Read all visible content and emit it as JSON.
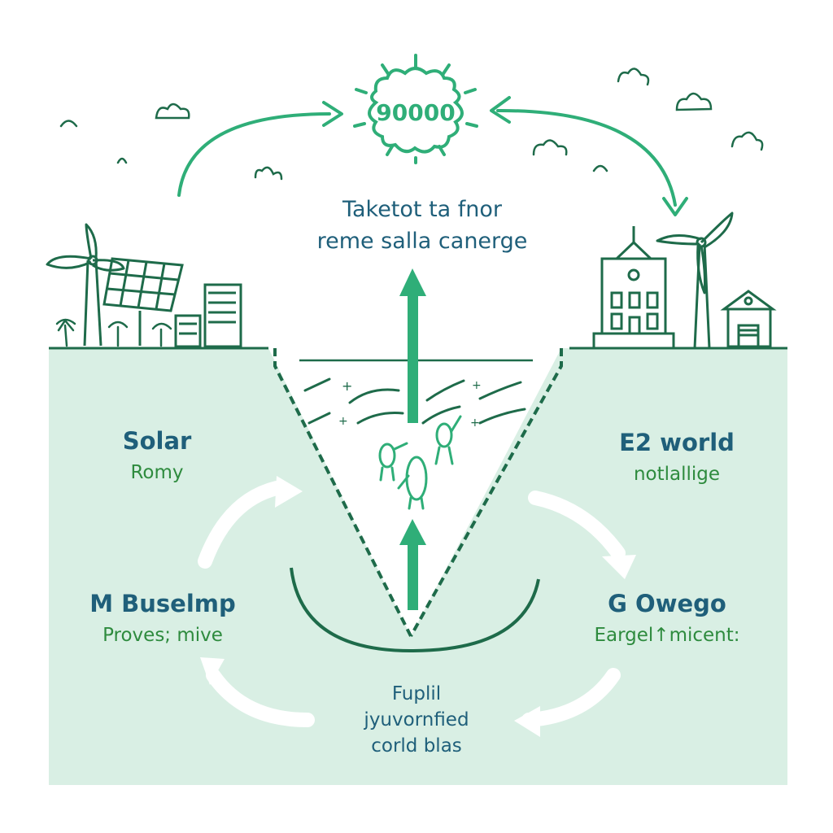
{
  "sun": {
    "value": "90000"
  },
  "headline": {
    "line1": "Taketot ta fnor",
    "line2": "reme salla canerge"
  },
  "left_top": {
    "title": "Solar",
    "subtitle": "Romy"
  },
  "right_top": {
    "title": "E2 world",
    "subtitle": "notlаllige"
  },
  "left_bottom": {
    "title": "M Buselmp",
    "subtitle": "Proves; mive"
  },
  "right_bottom": {
    "title": "G Owego",
    "subtitle": "Eargel↑micent:"
  },
  "bottom_note": {
    "line1": "Fuplil",
    "line2": "jyuvornfied",
    "line3": "corld blas"
  },
  "colors": {
    "accent": "#2fae78",
    "dark_green": "#1e6b4a",
    "ground": "#d9efe4",
    "text_blue": "#1f5f7a",
    "text_green": "#2e8b3e"
  }
}
